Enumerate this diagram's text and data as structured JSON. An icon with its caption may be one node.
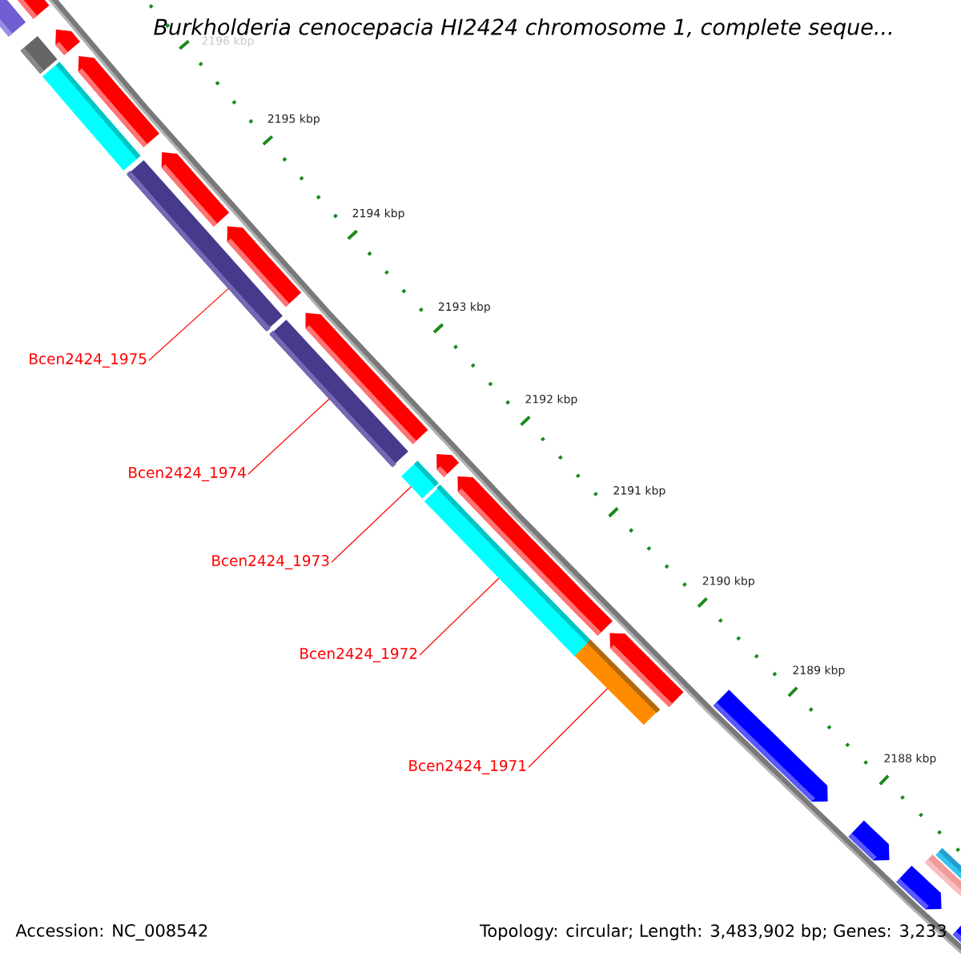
{
  "diagram": {
    "title": "Burkholderia cenocepacia HI2424 chromosome 1, complete seque...",
    "nodes": [
      {
        "text": [
          "Bcen2424_1975"
        ]
      },
      {
        "text": [
          "Bcen2424_1974"
        ]
      },
      {
        "text": [
          "Bcen2424_1973"
        ]
      },
      {
        "text": [
          "Bcen2424_1972"
        ]
      },
      {
        "text": [
          "Bcen2424_1971"
        ]
      },
      {
        "text": [],
        "shape": "bar"
      },
      {
        "text": [],
        "shape": "bar"
      },
      {
        "text": [],
        "shape": "bar"
      },
      {
        "text": [],
        "shape": "bar"
      },
      {
        "text": [],
        "shape": "bar"
      }
    ],
    "edges": [
      {
        "from": 0,
        "to": 5,
        "arrow": "none"
      },
      {
        "from": 1,
        "to": 6,
        "arrow": "none"
      },
      {
        "from": 2,
        "to": 7,
        "arrow": "none"
      },
      {
        "from": 3,
        "to": 8,
        "arrow": "none"
      },
      {
        "from": 4,
        "to": 9,
        "arrow": "none"
      }
    ],
    "labels": [
      "2196 kbp",
      "2195 kbp",
      "2194 kbp",
      "2193 kbp",
      "2192 kbp",
      "2191 kbp",
      "2190 kbp",
      "2189 kbp",
      "2188 kbp",
      "Accession: NC_008542",
      "Topology: circular; Length: 3,483,902 bp; Genes: 3,233"
    ]
  }
}
